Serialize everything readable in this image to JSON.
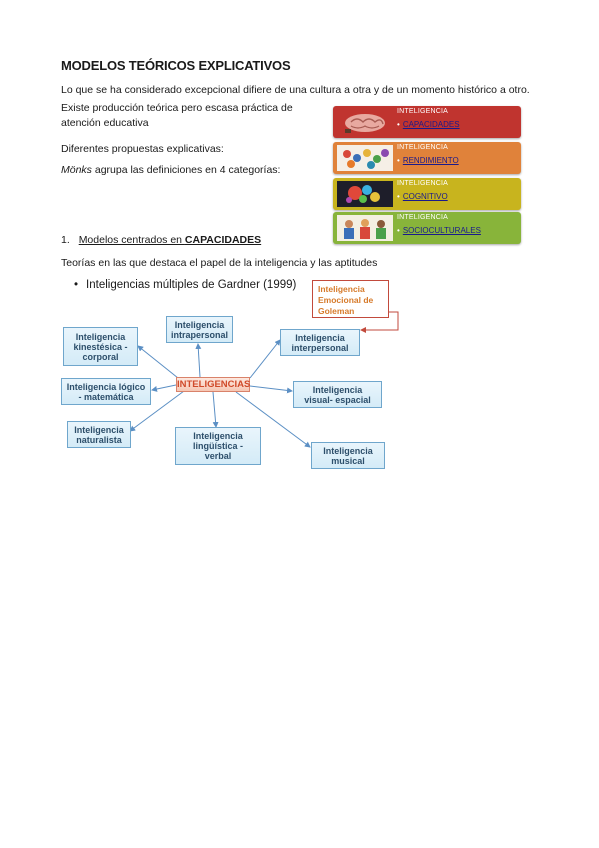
{
  "title": "MODELOS TEÓRICOS EXPLICATIVOS",
  "para1": "Lo que se ha considerado excepcional difiere de una cultura a otra y de un momento histórico a otro.",
  "para2_line1": "Existe producción teórica pero escasa práctica de",
  "para2_line2": "atención educativa",
  "para3": "Diferentes propuestas explicativas:",
  "monks_name": "Mönks",
  "monks_rest": " agrupa las definiciones en 4 categorías:",
  "categories": [
    {
      "header": "INTELIGENCIA",
      "item": "CAPACIDADES",
      "color": "#c0342f"
    },
    {
      "header": "INTELIGENCIA",
      "item": "RENDIMIENTO",
      "color": "#e0823a"
    },
    {
      "header": "INTELIGENCIA",
      "item": "COGNITIVO",
      "color": "#c8b41e"
    },
    {
      "header": "INTELIGENCIA",
      "item": "SOCIOCULTURALES",
      "color": "#88b43a"
    }
  ],
  "section1": {
    "number": "1.",
    "text": "Modelos centrados en ",
    "bold": "CAPACIDADES"
  },
  "section1_desc": "Teorías en las que destaca el papel de la inteligencia y las aptitudes",
  "bullet": "Inteligencias múltiples de Gardner (1999)",
  "diagram": {
    "center": "INTELIGENCIAS",
    "goleman": [
      "Inteligencia",
      "Emocional de",
      "Goleman"
    ],
    "intrapersonal": [
      "Inteligencia",
      "intrapersonal"
    ],
    "interpersonal": [
      "Inteligencia",
      "interpersonal"
    ],
    "kinestesica": [
      "Inteligencia",
      "kinestésica -",
      "corporal"
    ],
    "logico": [
      "Inteligencia lógico",
      "- matemática"
    ],
    "visual": [
      "Inteligencia",
      "visual- espacial"
    ],
    "naturalista": [
      "Inteligencia",
      "naturalista"
    ],
    "linguistica": [
      "Inteligencia",
      "lingüística -",
      "verbal"
    ],
    "musical": [
      "Inteligencia",
      "musical"
    ]
  }
}
